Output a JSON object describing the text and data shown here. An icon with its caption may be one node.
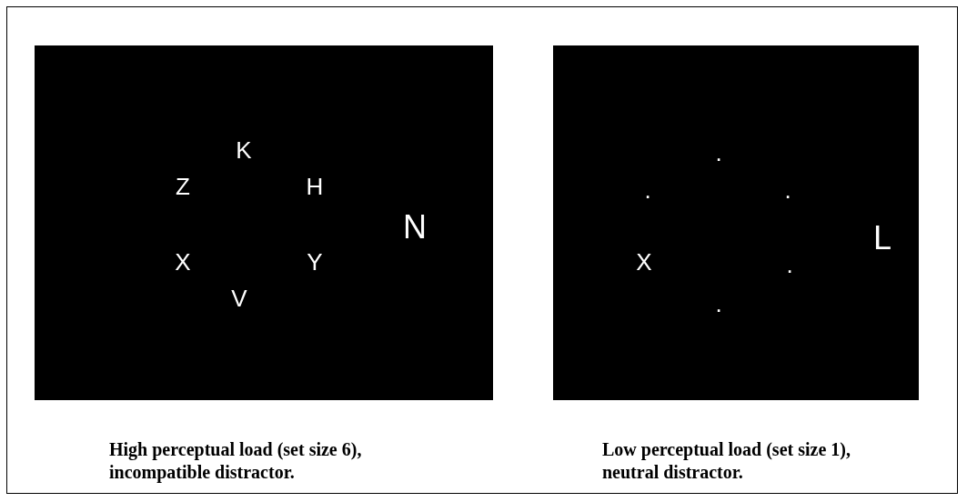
{
  "diagram": {
    "nodes": [
      {
        "text": [
          "K",
          "Z",
          "H",
          "N",
          "X",
          "Y",
          "V"
        ],
        "beside": [
          "High perceptual load (set size 6), incompatible distractor."
        ]
      },
      {
        "text": [
          ".",
          ".",
          ".",
          "L",
          "X",
          ".",
          "."
        ],
        "beside": [
          "Low perceptual load (set size 1), neutral distractor."
        ]
      }
    ]
  }
}
